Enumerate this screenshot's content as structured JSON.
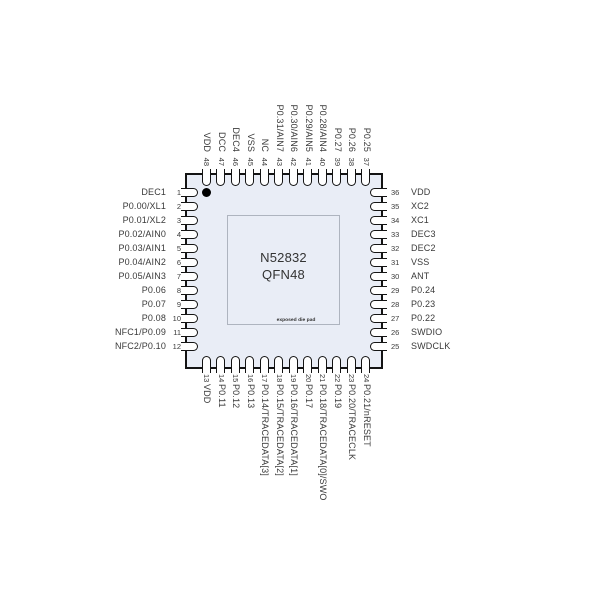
{
  "chip": {
    "part": "N52832",
    "package": "QFN48",
    "die_pad_label": "exposed die pad"
  },
  "colors": {
    "body": "#e9edf6",
    "pin_fill": "#ffffff",
    "outline": "#141414",
    "pad_border": "#aeb4bf",
    "text": "#3a3a3a",
    "marker": "#000000"
  },
  "pins": {
    "left": [
      {
        "num": "1",
        "name": "DEC1"
      },
      {
        "num": "2",
        "name": "P0.00/XL1"
      },
      {
        "num": "3",
        "name": "P0.01/XL2"
      },
      {
        "num": "4",
        "name": "P0.02/AIN0"
      },
      {
        "num": "5",
        "name": "P0.03/AIN1"
      },
      {
        "num": "6",
        "name": "P0.04/AIN2"
      },
      {
        "num": "7",
        "name": "P0.05/AIN3"
      },
      {
        "num": "8",
        "name": "P0.06"
      },
      {
        "num": "9",
        "name": "P0.07"
      },
      {
        "num": "10",
        "name": "P0.08"
      },
      {
        "num": "11",
        "name": "NFC1/P0.09"
      },
      {
        "num": "12",
        "name": "NFC2/P0.10"
      }
    ],
    "top": [
      {
        "num": "48",
        "name": "VDD"
      },
      {
        "num": "47",
        "name": "DCC"
      },
      {
        "num": "46",
        "name": "DEC4"
      },
      {
        "num": "45",
        "name": "VSS"
      },
      {
        "num": "44",
        "name": "NC"
      },
      {
        "num": "43",
        "name": "P0.31/AIN7"
      },
      {
        "num": "42",
        "name": "P0.30/AIN6"
      },
      {
        "num": "41",
        "name": "P0.29/AIN5"
      },
      {
        "num": "40",
        "name": "P0.28/AIN4"
      },
      {
        "num": "39",
        "name": "P0.27"
      },
      {
        "num": "38",
        "name": "P0.26"
      },
      {
        "num": "37",
        "name": "P0.25"
      }
    ],
    "right": [
      {
        "num": "36",
        "name": "VDD"
      },
      {
        "num": "35",
        "name": "XC2"
      },
      {
        "num": "34",
        "name": "XC1"
      },
      {
        "num": "33",
        "name": "DEC3"
      },
      {
        "num": "32",
        "name": "DEC2"
      },
      {
        "num": "31",
        "name": "VSS"
      },
      {
        "num": "30",
        "name": "ANT"
      },
      {
        "num": "29",
        "name": "P0.24"
      },
      {
        "num": "28",
        "name": "P0.23"
      },
      {
        "num": "27",
        "name": "P0.22"
      },
      {
        "num": "26",
        "name": "SWDIO"
      },
      {
        "num": "25",
        "name": "SWDCLK"
      }
    ],
    "bottom": [
      {
        "num": "13",
        "name": "VDD"
      },
      {
        "num": "14",
        "name": "P0.11"
      },
      {
        "num": "15",
        "name": "P0.12"
      },
      {
        "num": "16",
        "name": "P0.13"
      },
      {
        "num": "17",
        "name": "P0.14/TRACEDATA[3]"
      },
      {
        "num": "18",
        "name": "P0.15/TRACEDATA[2]"
      },
      {
        "num": "19",
        "name": "P0.16/TRACEDATA[1]"
      },
      {
        "num": "20",
        "name": "P0.17"
      },
      {
        "num": "21",
        "name": "P0.18/TRACEDATA[0]/SWO"
      },
      {
        "num": "22",
        "name": "P0.19"
      },
      {
        "num": "23",
        "name": "P0.20/TRACECLK"
      },
      {
        "num": "24",
        "name": "P0.21/nRESET"
      }
    ]
  }
}
